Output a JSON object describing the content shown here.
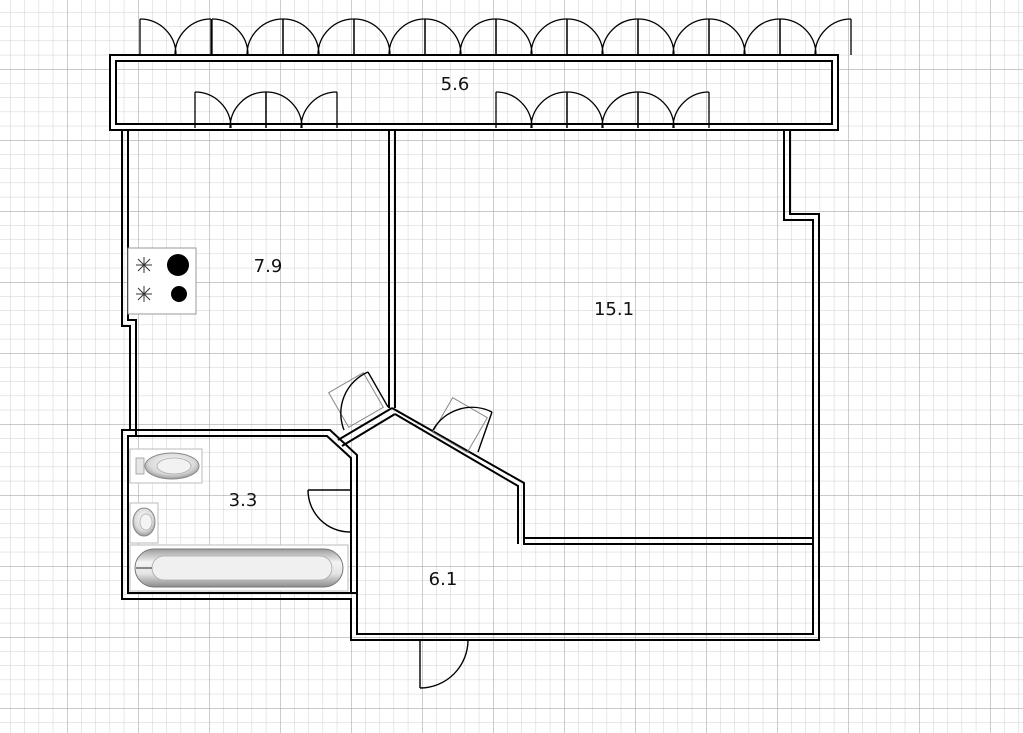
{
  "rooms": {
    "balcony": {
      "area": "5.6"
    },
    "kitchen": {
      "area": "7.9"
    },
    "living": {
      "area": "15.1"
    },
    "bathroom": {
      "area": "3.3"
    },
    "hall": {
      "area": "6.1"
    }
  },
  "colors": {
    "grid_minor": "#c8c8c8",
    "grid_major": "#b0b0b0",
    "wall_outline": "#000000",
    "wall_fill": "#ffffff",
    "background": "#ffffff"
  },
  "icons": [
    "stove-icon",
    "toilet-icon",
    "sink-icon",
    "bathtub-icon",
    "door-icon",
    "window-door-icon"
  ]
}
